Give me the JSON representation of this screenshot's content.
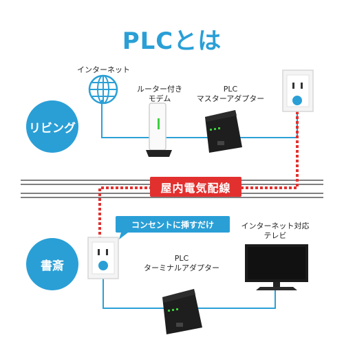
{
  "title": "PLCとは",
  "rooms": {
    "living": "リビング",
    "study": "書斎"
  },
  "labels": {
    "internet": "インターネット",
    "router_line1": "ルーター付き",
    "router_line2": "モデム",
    "master_line1": "PLC",
    "master_line2": "マスターアダプター",
    "terminal_line1": "PLC",
    "terminal_line2": "ターミナルアダプター",
    "tv_line1": "インターネット対応",
    "tv_line2": "テレビ"
  },
  "wiring_label": "屋内電気配線",
  "callout": "コンセントに挿すだけ",
  "colors": {
    "accent": "#2a9fd6",
    "wiring": "#e2302f",
    "device": "#1e1e1e"
  }
}
